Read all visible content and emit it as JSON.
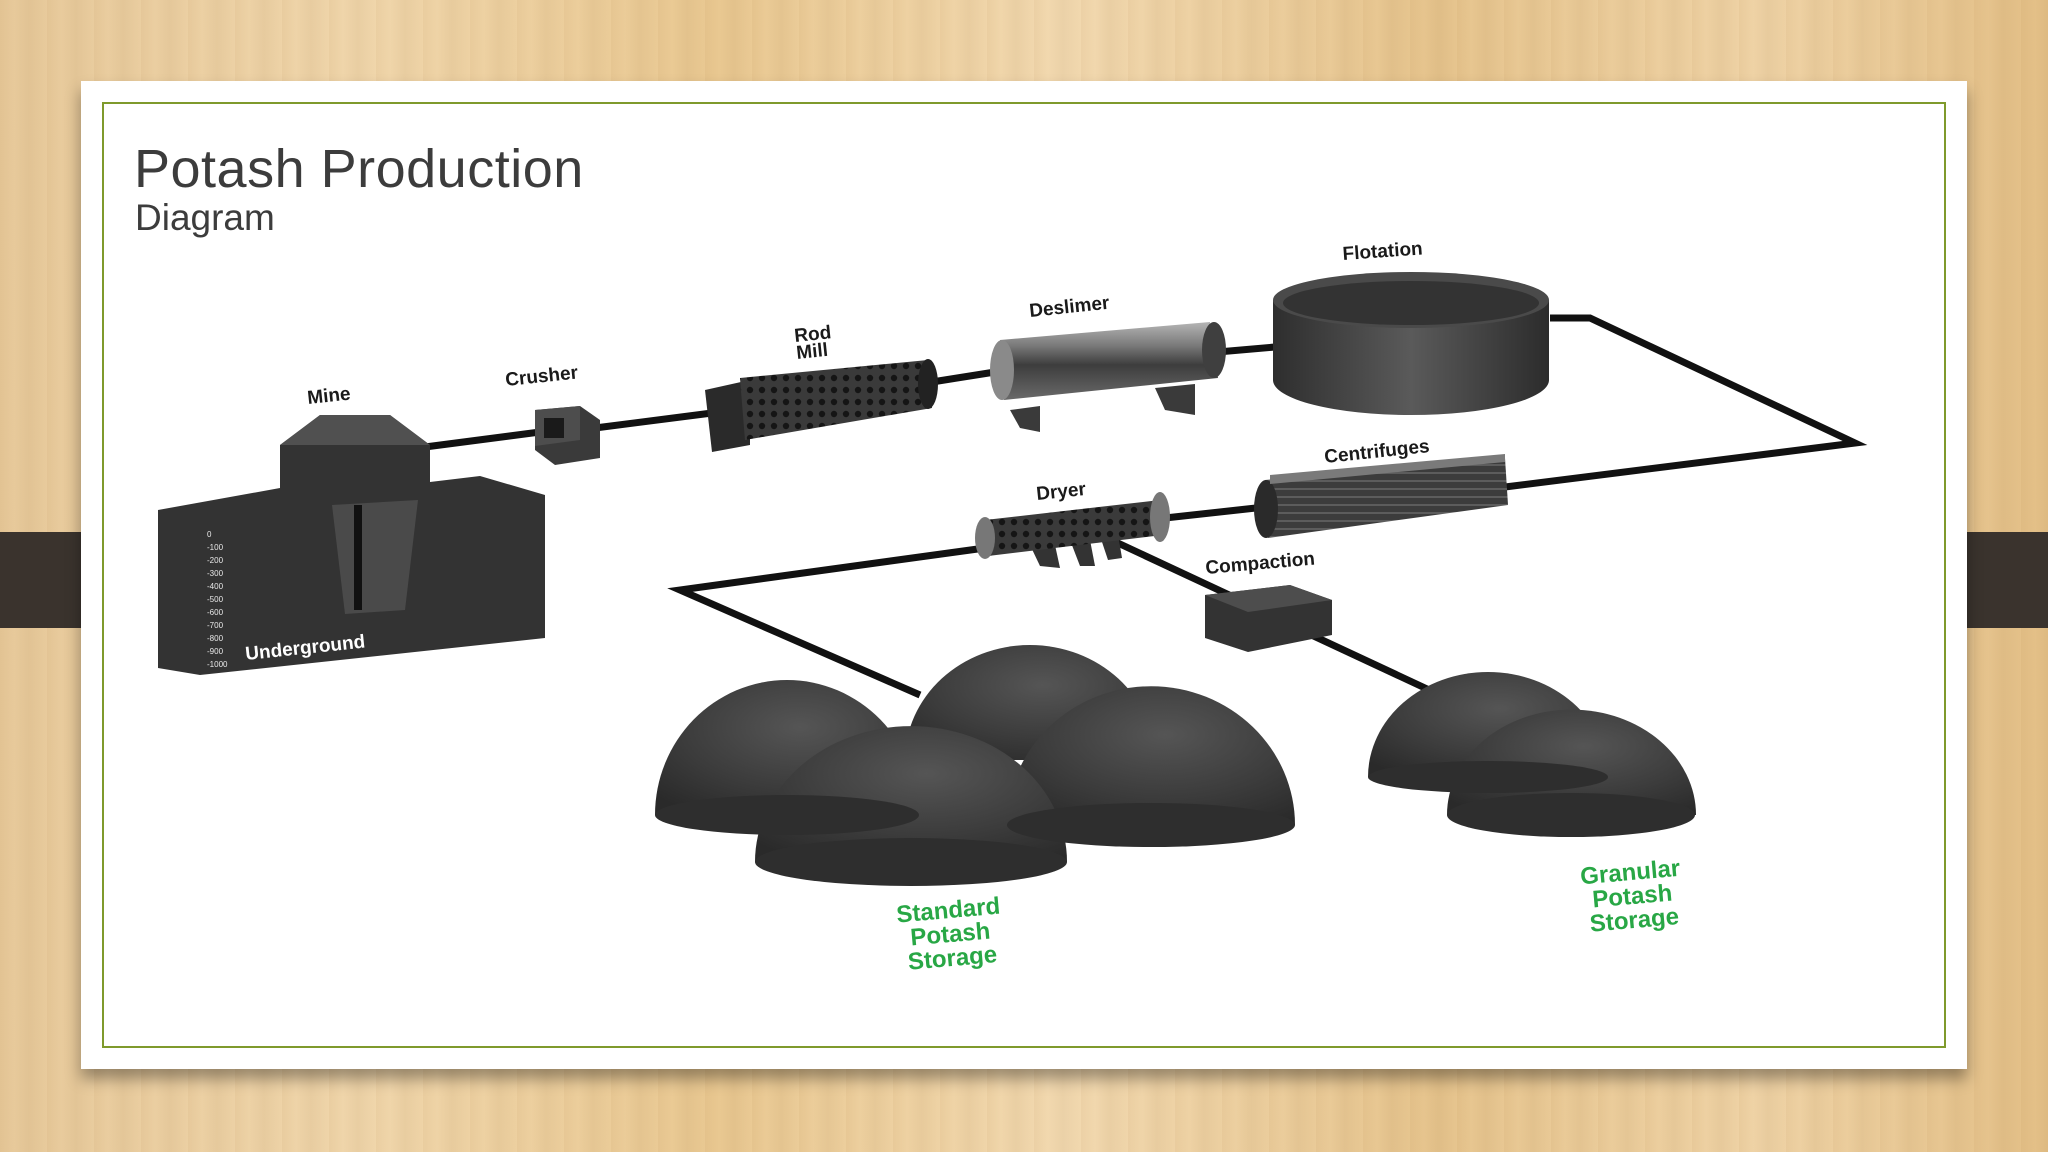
{
  "slide": {
    "title": "Potash Production",
    "subtitle": "Diagram"
  },
  "stages": {
    "mine": "Mine",
    "underground": "Underground",
    "crusher": "Crusher",
    "rod_mill_line1": "Rod",
    "rod_mill_line2": "Mill",
    "deslimer": "Deslimer",
    "flotation": "Flotation",
    "centrifuges": "Centrifuges",
    "dryer": "Dryer",
    "compaction": "Compaction"
  },
  "storage": {
    "standard": [
      "Standard",
      "Potash",
      "Storage"
    ],
    "granular": [
      "Granular",
      "Potash",
      "Storage"
    ]
  },
  "depth_scale": [
    "0",
    "-100",
    "-200",
    "-300",
    "-400",
    "-500",
    "-600",
    "-700",
    "-800",
    "-900",
    "-1000"
  ],
  "colors": {
    "frame_border": "#7f9a2c",
    "storage_label": "#28a745",
    "equipment": "#3a3a3a"
  }
}
